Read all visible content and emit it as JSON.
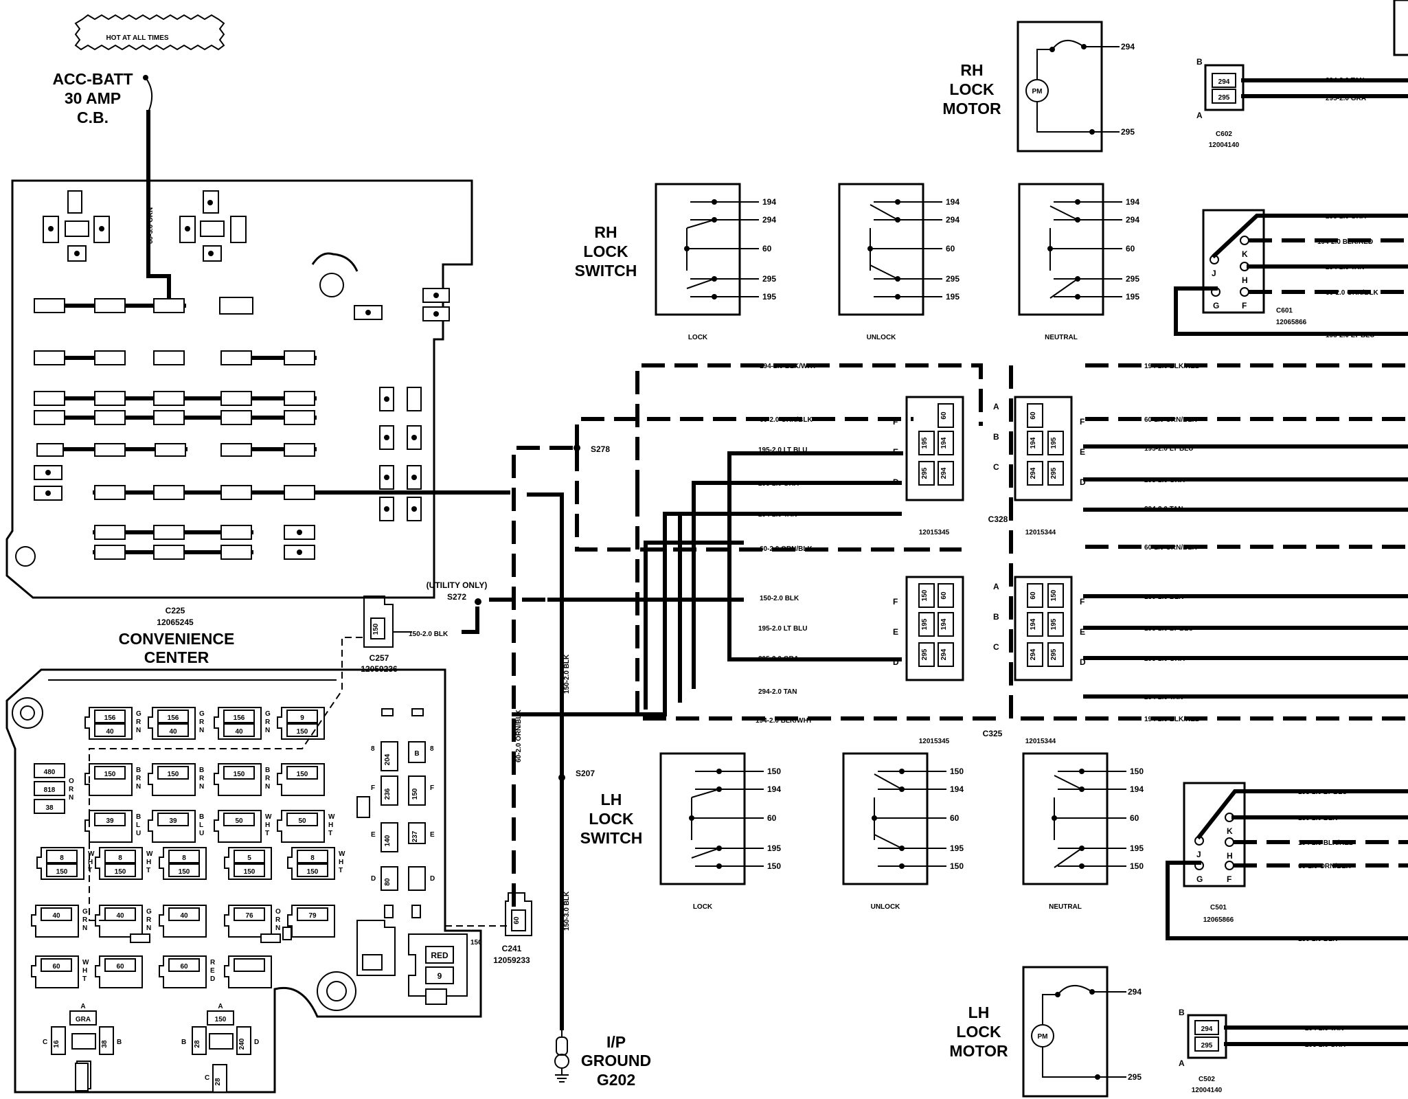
{
  "header": {
    "hot_at_all_times": "HOT AT ALL TIMES",
    "acc_batt": [
      "ACC-BATT",
      "30 AMP",
      "C.B."
    ],
    "feed_wire": "60-3.0 ORN"
  },
  "convenience_center": {
    "connector": "C225",
    "part": "12065245",
    "title": [
      "CONVENIENCE",
      "CENTER"
    ],
    "cells": [
      "156",
      "GRN",
      "40",
      "156",
      "40",
      "156",
      "GRN",
      "40",
      "9",
      "150",
      "480",
      "818",
      "ORN",
      "38",
      "150",
      "BRN",
      "150",
      "150",
      "BRN",
      "150",
      "39",
      "BLU",
      "39",
      "50",
      "WHT",
      "50",
      "WHT",
      "8",
      "WHT",
      "150",
      "8",
      "WHT",
      "150",
      "8",
      "150",
      "5",
      "150",
      "8",
      "WHT",
      "150",
      "40",
      "GRN",
      "40",
      "GRN",
      "40",
      "76",
      "ORN",
      "79",
      "60",
      "WHT",
      "60",
      "60",
      "RED",
      "RED",
      "9",
      "150",
      "GRA",
      "16",
      "38",
      "150",
      "28",
      "240",
      "28",
      "204",
      "236",
      "150",
      "140",
      "237",
      "80",
      "39",
      "8",
      "F",
      "E",
      "D",
      "C",
      "A",
      "B",
      "A",
      "B",
      "D",
      "C",
      "C",
      "C"
    ]
  },
  "connectors": {
    "c257": {
      "pin": "150",
      "wire": "150-2.0 BLK",
      "id": "C257",
      "part": "12059236"
    },
    "c241": {
      "pin": "60",
      "id": "C241",
      "part": "12059233"
    },
    "utility": [
      "(UTILITY ONLY)",
      "S272"
    ],
    "s278": "S278",
    "s207": "S207",
    "vertical_wires": [
      "60-2.0 ORN/BLK",
      "150-2.0 BLK",
      "150-3.0 BLK"
    ],
    "ground": [
      "I/P",
      "GROUND",
      "G202"
    ]
  },
  "rh_motor": {
    "label": [
      "RH",
      "LOCK",
      "MOTOR"
    ],
    "pins": [
      "294",
      "295"
    ],
    "pm": "PM"
  },
  "lh_motor": {
    "label": [
      "LH",
      "LOCK",
      "MOTOR"
    ],
    "pins": [
      "294",
      "295"
    ],
    "pm": "PM"
  },
  "rh_switch": {
    "label": [
      "RH",
      "LOCK",
      "SWITCH"
    ],
    "pins": [
      "194",
      "294",
      "60",
      "295",
      "195"
    ],
    "states": [
      "LOCK",
      "UNLOCK",
      "NEUTRAL"
    ]
  },
  "lh_switch": {
    "label": [
      "LH",
      "LOCK",
      "SWITCH"
    ],
    "pins": [
      "150",
      "194",
      "60",
      "195",
      "150"
    ],
    "states": [
      "LOCK",
      "UNLOCK",
      "NEUTRAL"
    ]
  },
  "harness_upper": {
    "wires": [
      "194-2.0 BLK/WHT",
      "60-2.0 ORN/BLK",
      "195-2.0 LT BLU",
      "295-2.0 GRA",
      "294-2.0 TAN"
    ],
    "wires_right": [
      "194-2.0 BLK/RED",
      "60-2.0 ORN/BLK",
      "195-2.0 LT BLU",
      "295-2.0 GRA",
      "294-2.0 TAN"
    ],
    "pins_left": [
      "60",
      "195",
      "194",
      "295",
      "294"
    ],
    "pins_right": [
      "60",
      "194",
      "195",
      "294",
      "295"
    ],
    "letters": [
      "F",
      "E",
      "D",
      "A",
      "B",
      "C",
      "F",
      "E",
      "D"
    ],
    "connector": "C328",
    "part_left": "12015345",
    "part_right": "12015344"
  },
  "harness_lower": {
    "wires": [
      "60-2.0 ORN/BLK",
      "150-2.0 BLK",
      "195-2.0 LT BLU",
      "295-2.0 GRA",
      "294-2.0 TAN",
      "194-2.0 BLK/WHT"
    ],
    "wires_right": [
      "60-2.0 ORN/BLK",
      "150-2.0 BLK",
      "195-2.0 LT BLU",
      "295-2.0 GRA",
      "294-2.0 TAN",
      "194-2.0 BLK/RED"
    ],
    "pins_left": [
      "150",
      "60",
      "195",
      "194",
      "295",
      "294"
    ],
    "pins_right": [
      "60",
      "150",
      "194",
      "195",
      "294",
      "295"
    ],
    "letters": [
      "F",
      "E",
      "D",
      "A",
      "B",
      "C",
      "F",
      "E",
      "D"
    ],
    "connector": "C325",
    "part_left": "12015345",
    "part_right": "12015344"
  },
  "c602": {
    "pins": [
      "294",
      "295"
    ],
    "letters": [
      "B",
      "A"
    ],
    "wires": [
      "294-2.0 TAN",
      "295-2.0 GRA"
    ],
    "id": "C602",
    "part": "12004140"
  },
  "c601": {
    "letters": [
      "J",
      "K",
      "H",
      "G",
      "F"
    ],
    "wires": [
      "295-2.0 GRA",
      "194-2.0 BLK/RED",
      "294-2.0 TAN",
      "60-2.0 ORN/BLK",
      "195-2.0 LT BLU"
    ],
    "id": "C601",
    "part": "12065866"
  },
  "c501": {
    "letters": [
      "J",
      "K",
      "H",
      "G",
      "F"
    ],
    "wires": [
      "195-2.0 LT BLU",
      "150-2.0 BLK",
      "194-2.0 BLK/RED",
      "60-2.0 ORN/BLK",
      "150-2.0 BLK"
    ],
    "id": "C501",
    "part": "12065866"
  },
  "c502": {
    "pins": [
      "294",
      "295"
    ],
    "letters": [
      "B",
      "A"
    ],
    "wires": [
      "294-2.0 TAN",
      "295-2.0 GRA"
    ],
    "id": "C502",
    "part": "12004140"
  }
}
